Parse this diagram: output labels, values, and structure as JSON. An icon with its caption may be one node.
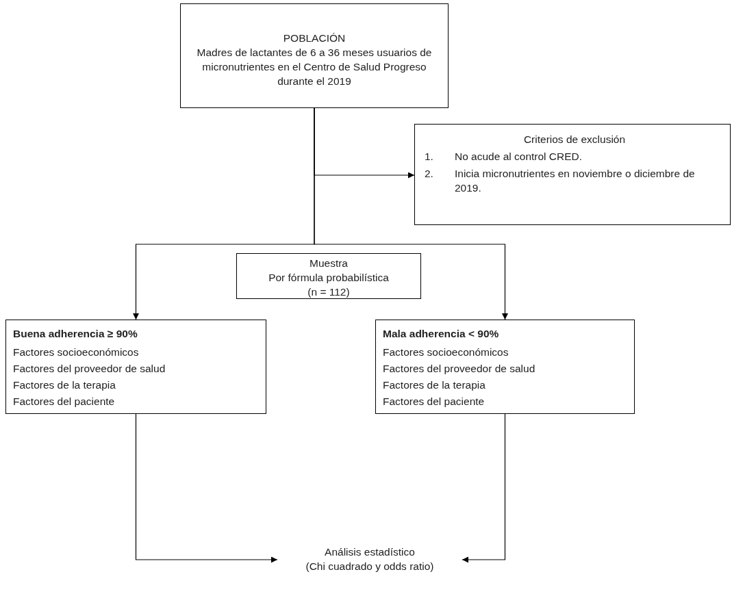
{
  "diagram": {
    "nodes": [
      {
        "text": [
          "POBLACIÓN",
          "Madres de lactantes de 6 a 36 meses usuarios de micronutrientes en el Centro de Salud Progreso durante el 2019"
        ]
      },
      {
        "text": [
          "Criterios de exclusión",
          "1.",
          "No acude al control CRED.",
          "2.",
          "Inicia micronutrientes en noviembre o diciembre de 2019."
        ]
      },
      {
        "text": [
          "Muestra",
          "Por fórmula probabilística",
          "(n = 112)"
        ]
      },
      {
        "text": [
          "Buena adherencia ≥ 90%",
          "Factores socioeconómicos",
          "Factores del proveedor de salud",
          "Factores de la terapia",
          "Factores del paciente"
        ]
      },
      {
        "text": [
          "Mala adherencia < 90%",
          "Factores socioeconómicos",
          "Factores del proveedor de salud",
          "Factores de la terapia",
          "Factores del paciente"
        ]
      },
      {
        "text": [
          "Análisis estadístico",
          "(Chi cuadrado y odds ratio)"
        ]
      }
    ],
    "edges": [
      {
        "from": 0,
        "to": 1,
        "arrow": "to"
      },
      {
        "from": 0,
        "to": 3,
        "arrow": "to"
      },
      {
        "from": 0,
        "to": 4,
        "arrow": "to"
      },
      {
        "from": 3,
        "to": 5,
        "arrow": "to"
      },
      {
        "from": 4,
        "to": 5,
        "arrow": "to"
      }
    ]
  }
}
